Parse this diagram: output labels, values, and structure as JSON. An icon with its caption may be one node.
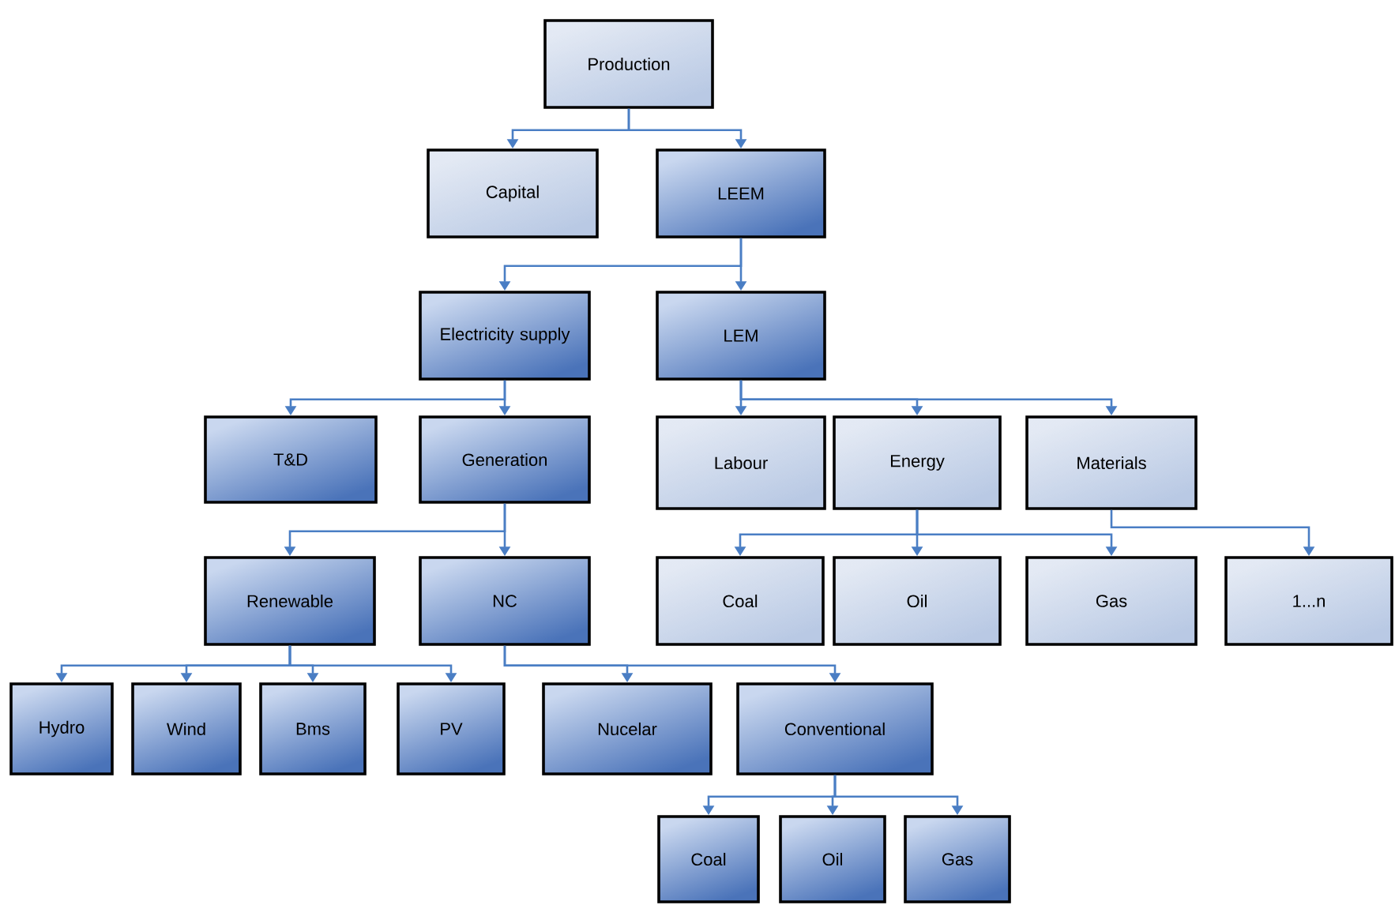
{
  "diagram": {
    "nodes": [
      {
        "text": [
          "Production"
        ]
      },
      {
        "text": [
          "Capital"
        ]
      },
      {
        "text": [
          "LEEM"
        ]
      },
      {
        "text": [
          "Electricity supply"
        ]
      },
      {
        "text": [
          "LEM"
        ]
      },
      {
        "text": [
          "T&D"
        ]
      },
      {
        "text": [
          "Generation"
        ]
      },
      {
        "text": [
          "Labour"
        ]
      },
      {
        "text": [
          "Energy"
        ]
      },
      {
        "text": [
          "Materials"
        ]
      },
      {
        "text": [
          "Renewable"
        ]
      },
      {
        "text": [
          "NC"
        ]
      },
      {
        "text": [
          "Coal"
        ]
      },
      {
        "text": [
          "Oil"
        ]
      },
      {
        "text": [
          "Gas"
        ]
      },
      {
        "text": [
          "1...n"
        ]
      },
      {
        "text": [
          "Hydro"
        ]
      },
      {
        "text": [
          "Wind"
        ]
      },
      {
        "text": [
          "Bms"
        ]
      },
      {
        "text": [
          "PV"
        ]
      },
      {
        "text": [
          "Nucelar"
        ]
      },
      {
        "text": [
          "Conventional"
        ]
      },
      {
        "text": [
          "Coal"
        ]
      },
      {
        "text": [
          "Oil"
        ]
      },
      {
        "text": [
          "Gas"
        ]
      }
    ],
    "edges": [
      {
        "from": 0,
        "to": 1,
        "arrow": "to"
      },
      {
        "from": 0,
        "to": 2,
        "arrow": "to"
      },
      {
        "from": 2,
        "to": 3,
        "arrow": "to"
      },
      {
        "from": 2,
        "to": 4,
        "arrow": "to"
      },
      {
        "from": 3,
        "to": 5,
        "arrow": "to"
      },
      {
        "from": 3,
        "to": 6,
        "arrow": "to"
      },
      {
        "from": 4,
        "to": 7,
        "arrow": "to"
      },
      {
        "from": 4,
        "to": 8,
        "arrow": "to"
      },
      {
        "from": 4,
        "to": 9,
        "arrow": "to"
      },
      {
        "from": 6,
        "to": 10,
        "arrow": "to"
      },
      {
        "from": 6,
        "to": 11,
        "arrow": "to"
      },
      {
        "from": 8,
        "to": 12,
        "arrow": "to"
      },
      {
        "from": 8,
        "to": 13,
        "arrow": "to"
      },
      {
        "from": 8,
        "to": 14,
        "arrow": "to"
      },
      {
        "from": 9,
        "to": 15,
        "arrow": "to"
      },
      {
        "from": 10,
        "to": 16,
        "arrow": "to"
      },
      {
        "from": 10,
        "to": 17,
        "arrow": "to"
      },
      {
        "from": 10,
        "to": 18,
        "arrow": "to"
      },
      {
        "from": 10,
        "to": 19,
        "arrow": "to"
      },
      {
        "from": 11,
        "to": 20,
        "arrow": "to"
      },
      {
        "from": 11,
        "to": 21,
        "arrow": "to"
      },
      {
        "from": 21,
        "to": 22,
        "arrow": "to"
      },
      {
        "from": 21,
        "to": 23,
        "arrow": "to"
      },
      {
        "from": 21,
        "to": 24,
        "arrow": "to"
      }
    ]
  }
}
